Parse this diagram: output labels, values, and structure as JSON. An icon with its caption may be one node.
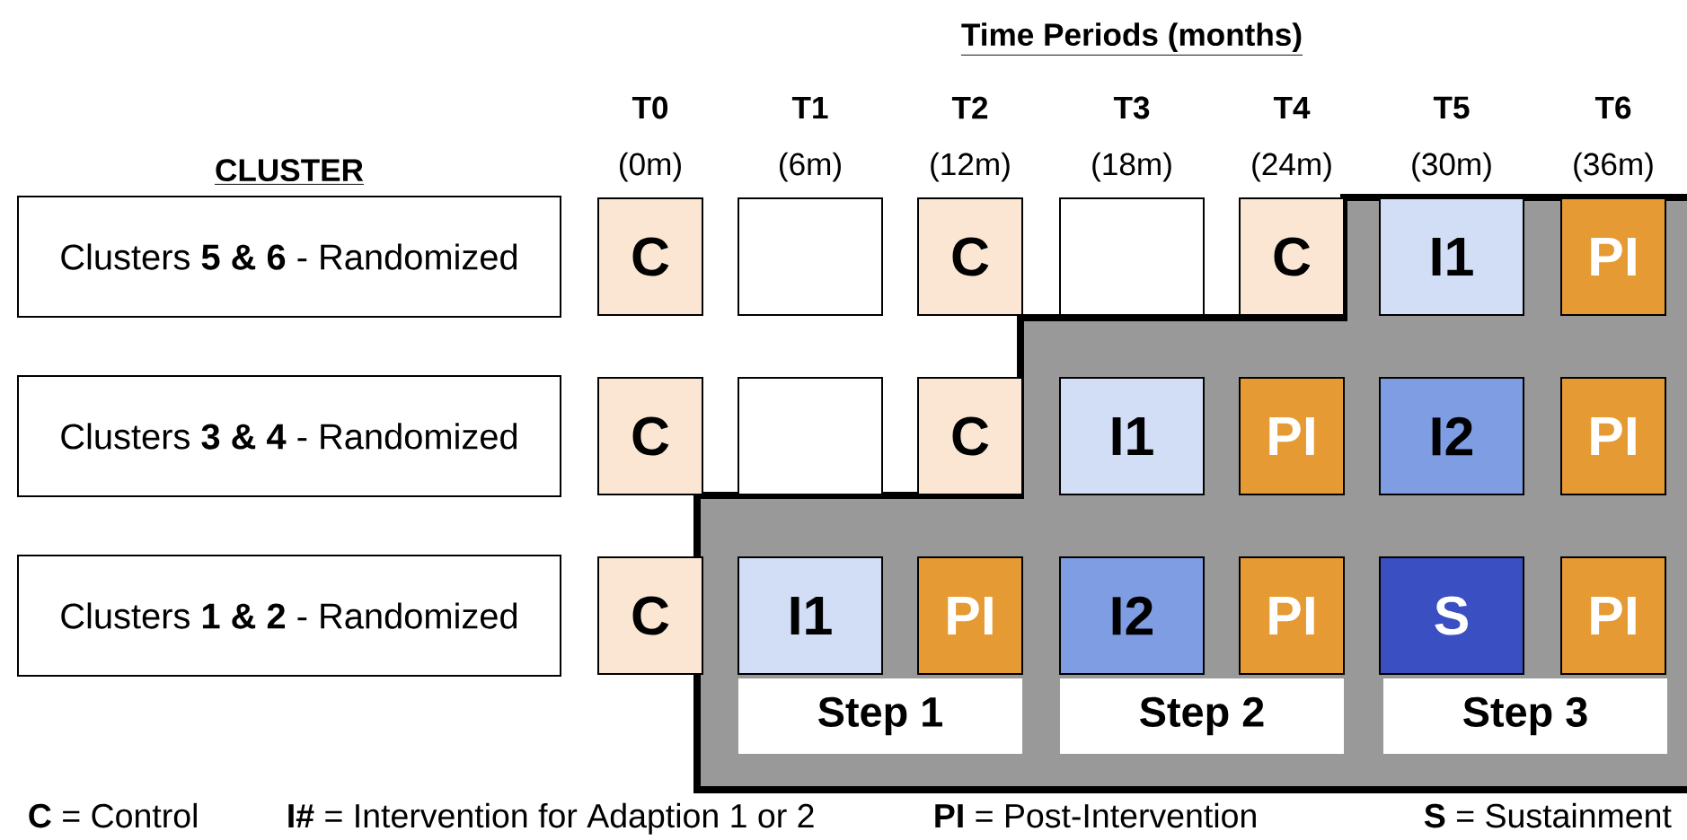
{
  "diagram": {
    "nodes": [
      {
        "text": [
          "Clusters **5 & 6** - Randomized"
        ]
      },
      {
        "text": [
          "C"
        ]
      },
      {
        "text": [],
        "shape": "box"
      },
      {
        "text": [
          "C"
        ]
      },
      {
        "text": [],
        "shape": "box"
      },
      {
        "text": [
          "C"
        ]
      },
      {
        "text": [
          "I1"
        ]
      },
      {
        "text": [
          "PI"
        ]
      },
      {
        "text": [
          "Clusters **3 & 4** - Randomized"
        ]
      },
      {
        "text": [
          "C"
        ]
      },
      {
        "text": [],
        "shape": "box"
      },
      {
        "text": [
          "C"
        ]
      },
      {
        "text": [
          "I1"
        ]
      },
      {
        "text": [
          "PI"
        ]
      },
      {
        "text": [
          "I2"
        ]
      },
      {
        "text": [
          "PI"
        ]
      },
      {
        "text": [
          "Clusters **1 & 2** - Randomized"
        ]
      },
      {
        "text": [
          "C"
        ]
      },
      {
        "text": [
          "I1"
        ]
      },
      {
        "text": [
          "PI"
        ]
      },
      {
        "text": [
          "I2"
        ]
      },
      {
        "text": [
          "PI"
        ]
      },
      {
        "text": [
          "S"
        ]
      },
      {
        "text": [
          "PI"
        ]
      },
      {
        "text": [
          "Step 1"
        ]
      },
      {
        "text": [
          "Step 2"
        ]
      },
      {
        "text": [
          "Step 3"
        ]
      }
    ],
    "labels": [
      "Time Periods (months)",
      "CLUSTER",
      "T0",
      "T1",
      "T2",
      "T3",
      "T4",
      "T5",
      "T6",
      "(0m)",
      "(6m)",
      "(12m)",
      "(18m)",
      "(24m)",
      "(30m)",
      "(36m)",
      "**C** = Control",
      "**I#** = Intervention for Adaption 1 or 2",
      "**PI** = Post-Intervention",
      "**S** = Sustainment"
    ]
  }
}
